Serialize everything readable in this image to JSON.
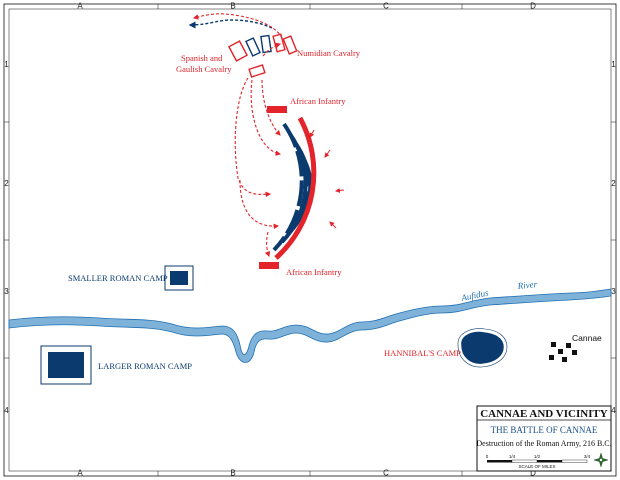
{
  "grid": {
    "columns": [
      "A",
      "B",
      "C",
      "D"
    ],
    "rows": [
      "1",
      "2",
      "3",
      "4"
    ]
  },
  "labels": {
    "spanish_gaulish_1": "Spanish and",
    "spanish_gaulish_2": "Gaulish Cavalry",
    "numidian": "Numidian Cavalry",
    "african_top": "African Infantry",
    "african_bottom": "African Infantry",
    "smaller_camp": "SMALLER ROMAN CAMP",
    "larger_camp": "LARGER ROMAN CAMP",
    "hannibal_camp": "HANNIBAL'S CAMP",
    "cannae": "Cannae",
    "river_1": "Aufidus",
    "river_2": "River"
  },
  "title_box": {
    "title": "CANNAE AND VICINITY",
    "subtitle": "THE BATTLE OF CANNAE",
    "caption": "Destruction of the Roman Army, 216 B.C.",
    "scale_0": "0",
    "scale_1": "1/4",
    "scale_2": "1/2",
    "scale_3": "3/4",
    "scale_label": "SCALE OF MILES"
  },
  "colors": {
    "carthaginian": "#e3242b",
    "roman": "#0b3a6e",
    "river": "#7fb2d8",
    "river_edge": "#1f6fb4"
  }
}
